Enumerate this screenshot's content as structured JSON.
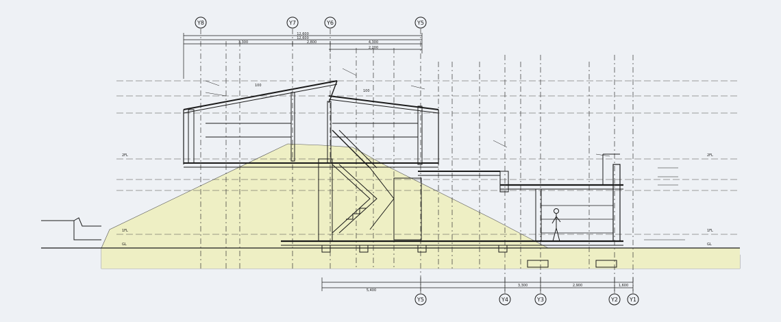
{
  "colors": {
    "background": "#eef1f5",
    "earth_fill": "#eeefc4",
    "line": "#1a1a1a",
    "grid_line": "#333333"
  },
  "grid_top": [
    {
      "id": "Y8",
      "label": "Y8"
    },
    {
      "id": "Y7",
      "label": "Y7"
    },
    {
      "id": "Y6",
      "label": "Y6"
    },
    {
      "id": "Y5",
      "label": "Y5"
    }
  ],
  "grid_bottom": [
    {
      "id": "Y5",
      "label": "Y5"
    },
    {
      "id": "Y4",
      "label": "Y4"
    },
    {
      "id": "Y3",
      "label": "Y3"
    },
    {
      "id": "Y2",
      "label": "Y2"
    },
    {
      "id": "Y1",
      "label": "Y1"
    }
  ],
  "dimensions": {
    "top_total": "12,600",
    "top_total_2": "12,600",
    "top_seg_1": "3,300",
    "top_seg_2": "2,800",
    "top_seg_3": "4,300",
    "top_seg_4": "2,200",
    "roof_1": "100",
    "roof_2": "100",
    "bottom_seg_1": "5,400",
    "bottom_seg_2": "3,300",
    "bottom_seg_3": "2,900",
    "bottom_seg_4": "1,600"
  },
  "level_labels": {
    "floor_left": "1FL",
    "floor_right": "1FL",
    "floor2_left": "2FL",
    "floor2_right": "2FL",
    "gl_left": "GL",
    "gl_right": "GL"
  }
}
